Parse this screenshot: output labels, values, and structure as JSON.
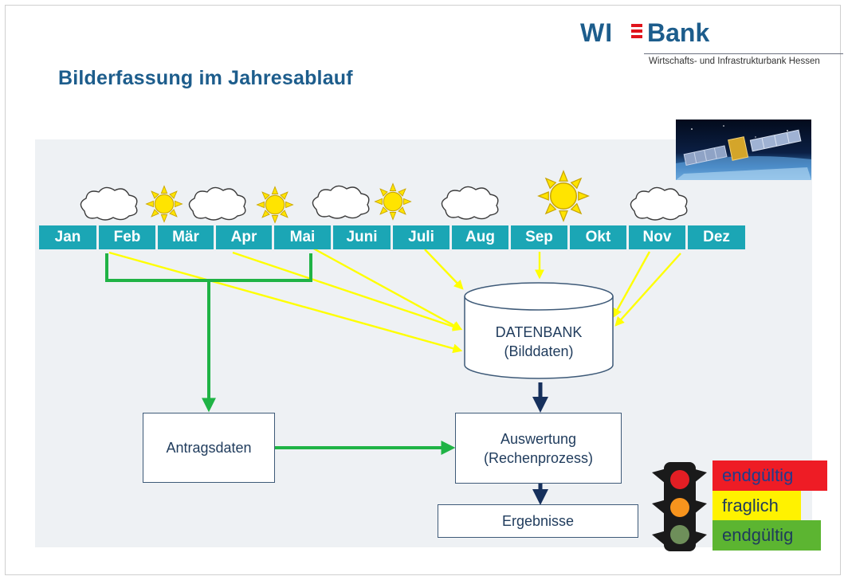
{
  "slide": {
    "title": "Bilderfassung im Jahresablauf",
    "logo": {
      "wi": "WI",
      "bank": "Bank",
      "subtitle": "Wirtschafts- und Infrastrukturbank Hessen"
    }
  },
  "months": [
    {
      "label": "Jan",
      "weather": ""
    },
    {
      "label": "Feb",
      "weather": "cloud"
    },
    {
      "label": "Mär",
      "weather": "sun"
    },
    {
      "label": "Apr",
      "weather": "cloud"
    },
    {
      "label": "Mai",
      "weather": "sun"
    },
    {
      "label": "Juni",
      "weather": "cloud"
    },
    {
      "label": "Juli",
      "weather": "sun"
    },
    {
      "label": "Aug",
      "weather": "cloud"
    },
    {
      "label": "Sep",
      "weather": "sun"
    },
    {
      "label": "Okt",
      "weather": ""
    },
    {
      "label": "Nov",
      "weather": "cloud"
    },
    {
      "label": "Dez",
      "weather": ""
    }
  ],
  "nodes": {
    "database": {
      "line1": "DATENBANK",
      "line2": "(Bilddaten)"
    },
    "application_data": {
      "label": "Antragsdaten"
    },
    "evaluation": {
      "line1": "Auswertung",
      "line2": "(Rechenprozess)"
    },
    "results": {
      "label": "Ergebnisse"
    }
  },
  "traffic_light": [
    {
      "label": "endgültig",
      "bg": "#ee1c25",
      "text_color": "#1f3b8c",
      "lamp": "#e31e24"
    },
    {
      "label": "fraglich",
      "bg": "#fff200",
      "text_color": "#1f3b5c",
      "lamp": "#f7941d"
    },
    {
      "label": "endgültig",
      "bg": "#5cb531",
      "text_color": "#1f3b5c",
      "lamp": "#6e8f5a"
    }
  ],
  "colors": {
    "month_bar": "#1ba6b5",
    "yellow_arrow": "#ffff00",
    "green_arrow": "#1fb345",
    "navy_arrow": "#16305c",
    "sun": "#ffe400",
    "sun_stroke": "#c9a600"
  }
}
